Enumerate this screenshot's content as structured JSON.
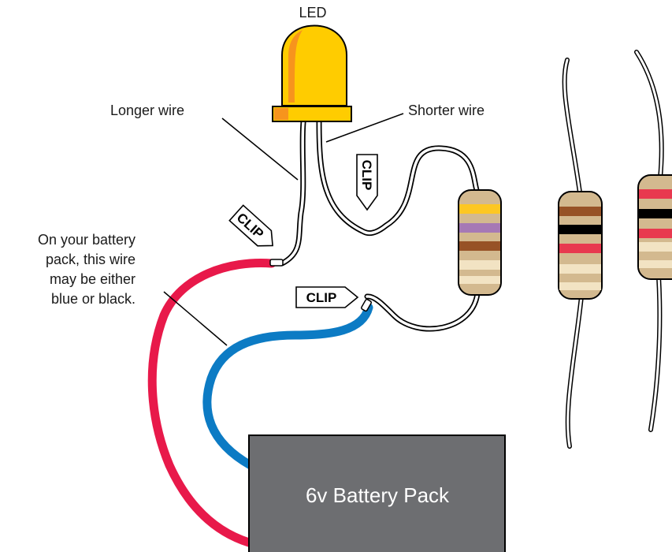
{
  "labels": {
    "led": "LED",
    "longer_wire": "Longer wire",
    "shorter_wire": "Shorter wire",
    "battery_note": [
      "On your battery",
      "pack, this wire",
      "may be either",
      "blue or black."
    ],
    "clip": "CLIP",
    "battery_pack": "6v Battery Pack"
  },
  "colors": {
    "led_body": "#FFCC00",
    "led_highlight": "#F7941D",
    "red_wire": "#E8194A",
    "blue_wire": "#0C7BC4",
    "battery": "#6D6E71",
    "resistor_body": "#D3B98F",
    "resistor_light": "#F2E3C3",
    "lead_wire": "#ffffff"
  },
  "resistors": [
    {
      "bands": [
        "#FDC722",
        "#A679B5",
        "#975226"
      ]
    },
    {
      "bands": [
        "#975226",
        "#000000",
        "#E8394F"
      ]
    },
    {
      "bands": [
        "#E8394F",
        "#000000",
        "#E8394F"
      ]
    }
  ]
}
